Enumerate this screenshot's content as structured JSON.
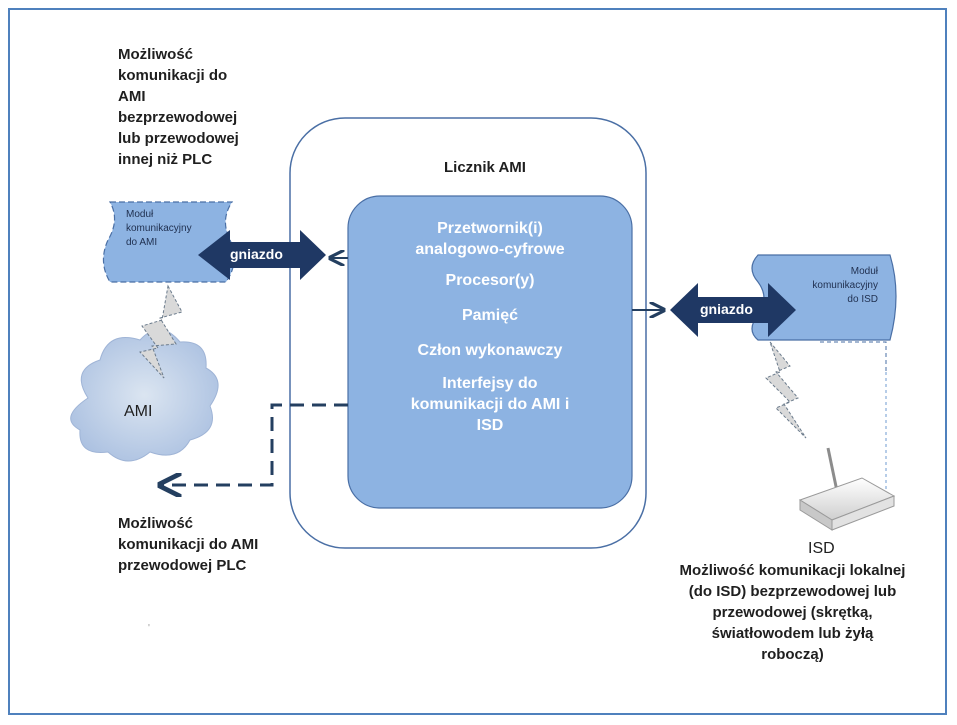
{
  "texts": {
    "top_left_label": [
      "Możliwość",
      "komunikacji do",
      "AMI",
      "bezprzewodowej",
      "lub przewodowej",
      "innej niż PLC"
    ],
    "meter_title": "Licznik AMI",
    "processor_lines": [
      "Przetwornik(i)",
      "analogowo-cyfrowe",
      "Procesor(y)",
      "Pamięć",
      "Człon wykonawczy",
      "Interfejsy do",
      "komunikacji  do AMI i",
      "ISD"
    ],
    "left_module_lines": [
      "Moduł",
      "komunikacyjny",
      "do AMI"
    ],
    "right_module_lines": [
      "Moduł",
      "komunikacyjny",
      "do ISD"
    ],
    "socket_left": "gniazdo",
    "socket_right": "gniazdo",
    "cloud_label": "AMI",
    "bottom_left_label": [
      "Możliwość",
      "komunikacji do AMI",
      "przewodowej PLC"
    ],
    "isd_label": "ISD",
    "bottom_right_label": [
      "Możliwość  komunikacji lokalnej",
      "(do ISD) bezprzewodowej lub",
      "przewodowej (skrętką,",
      "światłowodem lub żyłą",
      "roboczą)"
    ],
    "stray_mark": "'"
  },
  "colors": {
    "frame": "#4f81bd",
    "box_fill": "#8db3e2",
    "box_stroke": "#4a6fa5",
    "arrow_fill": "#1f3864",
    "dash": "#243f60",
    "cloud_fill": "#b4c7e7"
  },
  "icons": {
    "router": "router-icon",
    "cloud": "cloud-icon",
    "lightning": "wireless-link-icon"
  }
}
